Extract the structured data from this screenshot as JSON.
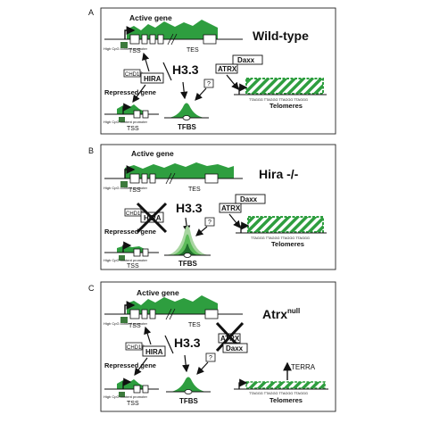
{
  "panels": [
    {
      "letter": "A",
      "title": "Wild-type",
      "title_sup": "",
      "active_gene": "Active gene",
      "repressed_gene": "Repressed gene",
      "promoter": "High CpG content promoter",
      "tss": "TSS",
      "tes": "TES",
      "chd1": "CHD1?",
      "hira": "HIRA",
      "h33": "H3.3",
      "q": "?",
      "tfbs": "TFBS",
      "atrx": "ATRX",
      "daxx": "Daxx",
      "telomeres": "Telomeres",
      "repeat": "TTAGGG TTAGGG TTAGGG TTAGGG",
      "terra": ""
    },
    {
      "letter": "B",
      "title": "Hira -/-",
      "title_sup": "",
      "active_gene": "Active gene",
      "repressed_gene": "Repressed gene",
      "promoter": "High CpG content promoter",
      "tss": "TSS",
      "tes": "TES",
      "chd1": "CHD1?",
      "hira": "HIRA",
      "h33": "H3.3",
      "q": "?",
      "tfbs": "TFBS",
      "atrx": "ATRX",
      "daxx": "Daxx",
      "telomeres": "Telomeres",
      "repeat": "TTAGGG TTAGGG TTAGGG TTAGGG",
      "terra": ""
    },
    {
      "letter": "C",
      "title": "Atrx",
      "title_sup": "null",
      "active_gene": "Active gene",
      "repressed_gene": "Repressed gene",
      "promoter": "High CpG content promoter",
      "tss": "TSS",
      "tes": "TES",
      "chd1": "CHD1?",
      "hira": "HIRA",
      "h33": "H3.3",
      "q": "?",
      "tfbs": "TFBS",
      "atrx": "ATRX",
      "daxx": "Daxx",
      "telomeres": "Telomeres",
      "repeat": "TTAGGG TTAGGG TTAGGG TTAGGG",
      "terra": "TERRA"
    }
  ],
  "colors": {
    "green": "#2e9e3f",
    "dark_green": "#1f6f2b",
    "promoter_green": "#3c7a3c",
    "light_green": "#a9d6a2",
    "mid_green": "#5dbb5a",
    "border": "#222222"
  },
  "icons": [
    "arrow-icon",
    "tss-arrow-icon",
    "cross-icon",
    "up-arrow-icon",
    "nucleosome-icon"
  ]
}
